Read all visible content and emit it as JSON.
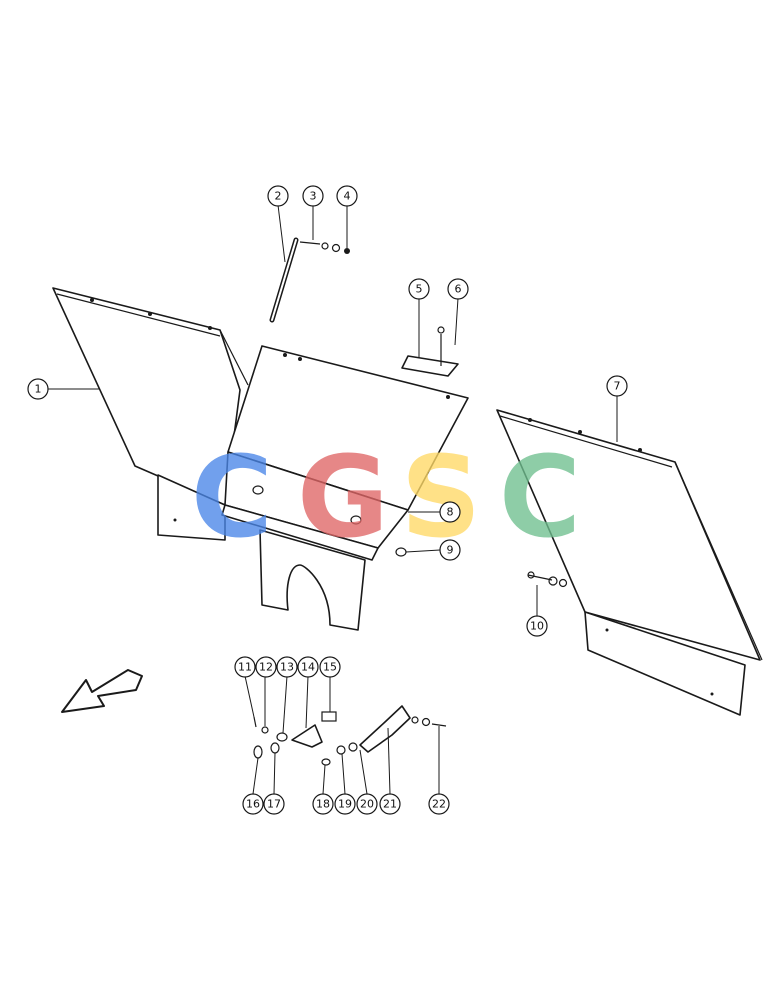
{
  "callouts": [
    "1",
    "2",
    "3",
    "4",
    "5",
    "6",
    "7",
    "8",
    "9",
    "10",
    "11",
    "12",
    "13",
    "14",
    "15",
    "16",
    "17",
    "18",
    "19",
    "20",
    "21",
    "22"
  ],
  "watermark": {
    "letters": [
      "C",
      "G",
      "S",
      "C"
    ],
    "colors": [
      "#4a86e8",
      "#e06666",
      "#ffd966",
      "#6fbf8f"
    ]
  },
  "icons": {
    "direction_arrow": "arrow-down-left-icon"
  }
}
